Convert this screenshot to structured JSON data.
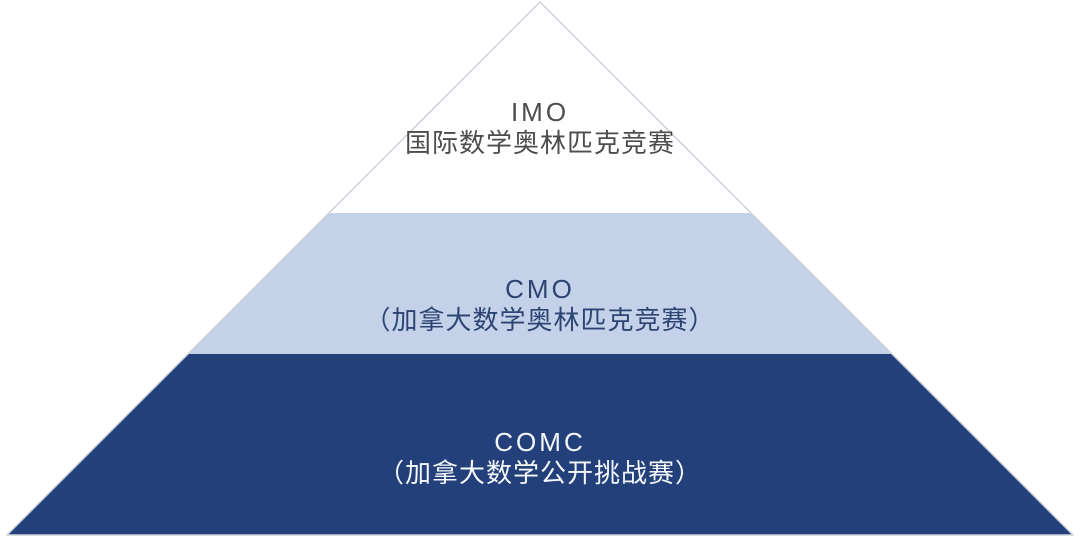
{
  "diagram": {
    "type": "pyramid",
    "background": "#ffffff",
    "outline_color": "#ccd1d9",
    "levels": [
      {
        "rank": 1,
        "acronym": "IMO",
        "name": "国际数学奥林匹克竞赛",
        "fill": "#ffffff",
        "text_color": "#4c4c4c"
      },
      {
        "rank": 2,
        "acronym": "CMO",
        "name": "（加拿大数学奥林匹克竞赛）",
        "fill": "#c3d2e8",
        "text_color": "#2d4372"
      },
      {
        "rank": 3,
        "acronym": "COMC",
        "name": "（加拿大数学公开挑战赛）",
        "fill": "#24407a",
        "text_color": "#f5f8fc"
      }
    ]
  }
}
